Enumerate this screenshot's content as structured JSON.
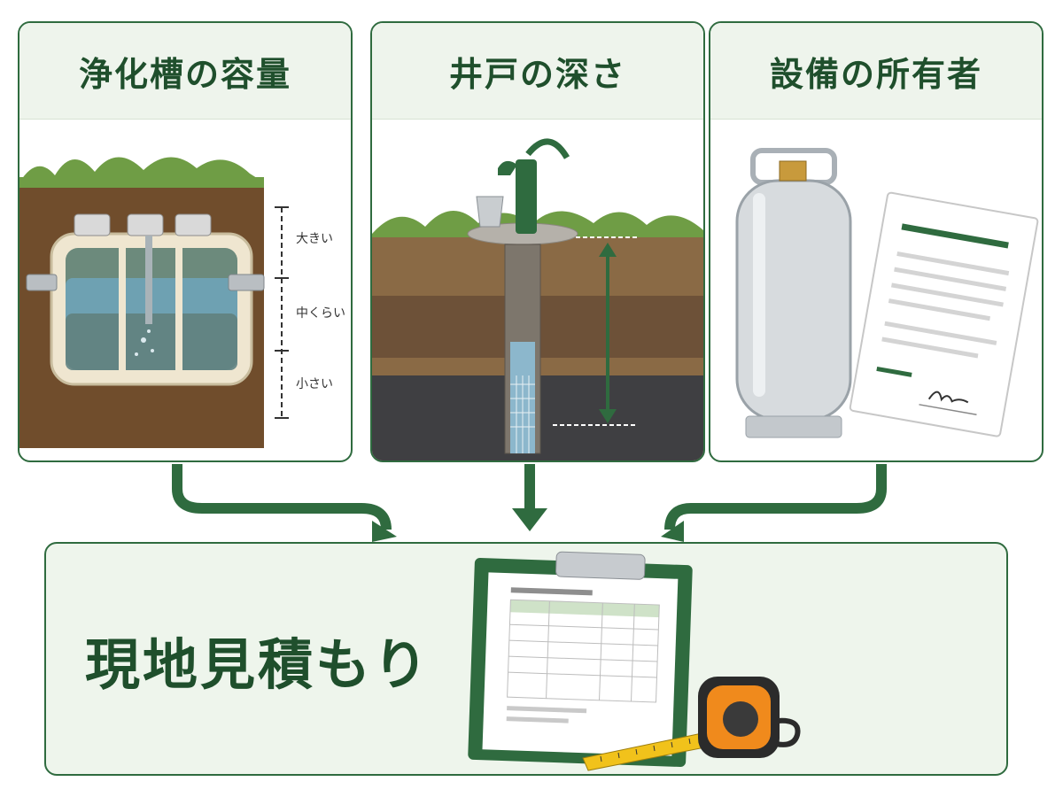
{
  "cards": [
    {
      "title": "浄化槽の容量",
      "scale_labels": [
        "大きい",
        "中くらい",
        "小さい"
      ]
    },
    {
      "title": "井戸の深さ"
    },
    {
      "title": "設備の所有者"
    }
  ],
  "bottom": {
    "title": "現地見積もり"
  },
  "colors": {
    "accent": "#2f6b3f",
    "panel_bg": "#eef5ec",
    "title_text": "#1f4f2c"
  },
  "icons": [
    "septic-tank-icon",
    "hand-pump-well-icon",
    "gas-cylinder-icon",
    "contract-document-icon",
    "clipboard-icon",
    "tape-measure-icon"
  ]
}
